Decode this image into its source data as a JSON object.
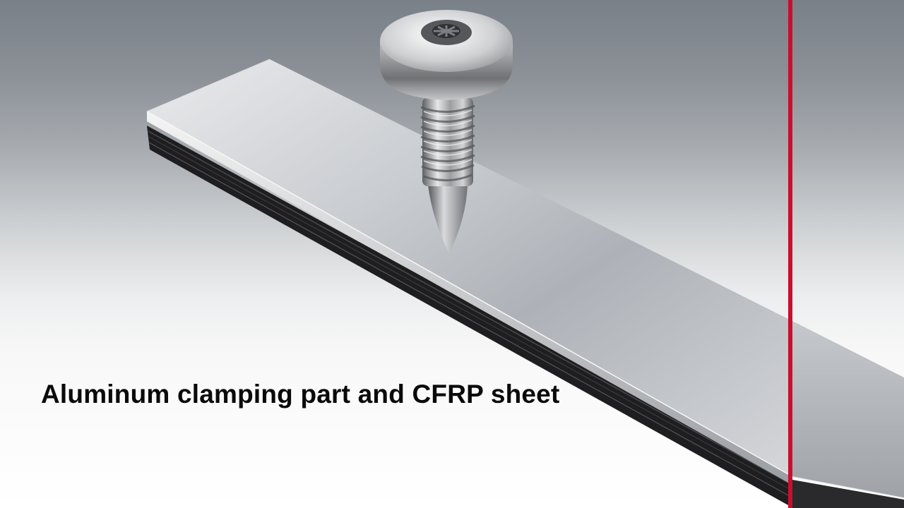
{
  "caption": {
    "text": "Aluminum clamping part and CFRP sheet"
  },
  "colors": {
    "background_top": "#7a8088",
    "background_bottom": "#ffffff",
    "divider_line": "#c8102e",
    "aluminum": "#c9ccd0",
    "cfrp_edge": "#1e1e20"
  },
  "objects": [
    "screw-icon",
    "aluminum-clamping-part",
    "cfrp-sheet"
  ]
}
